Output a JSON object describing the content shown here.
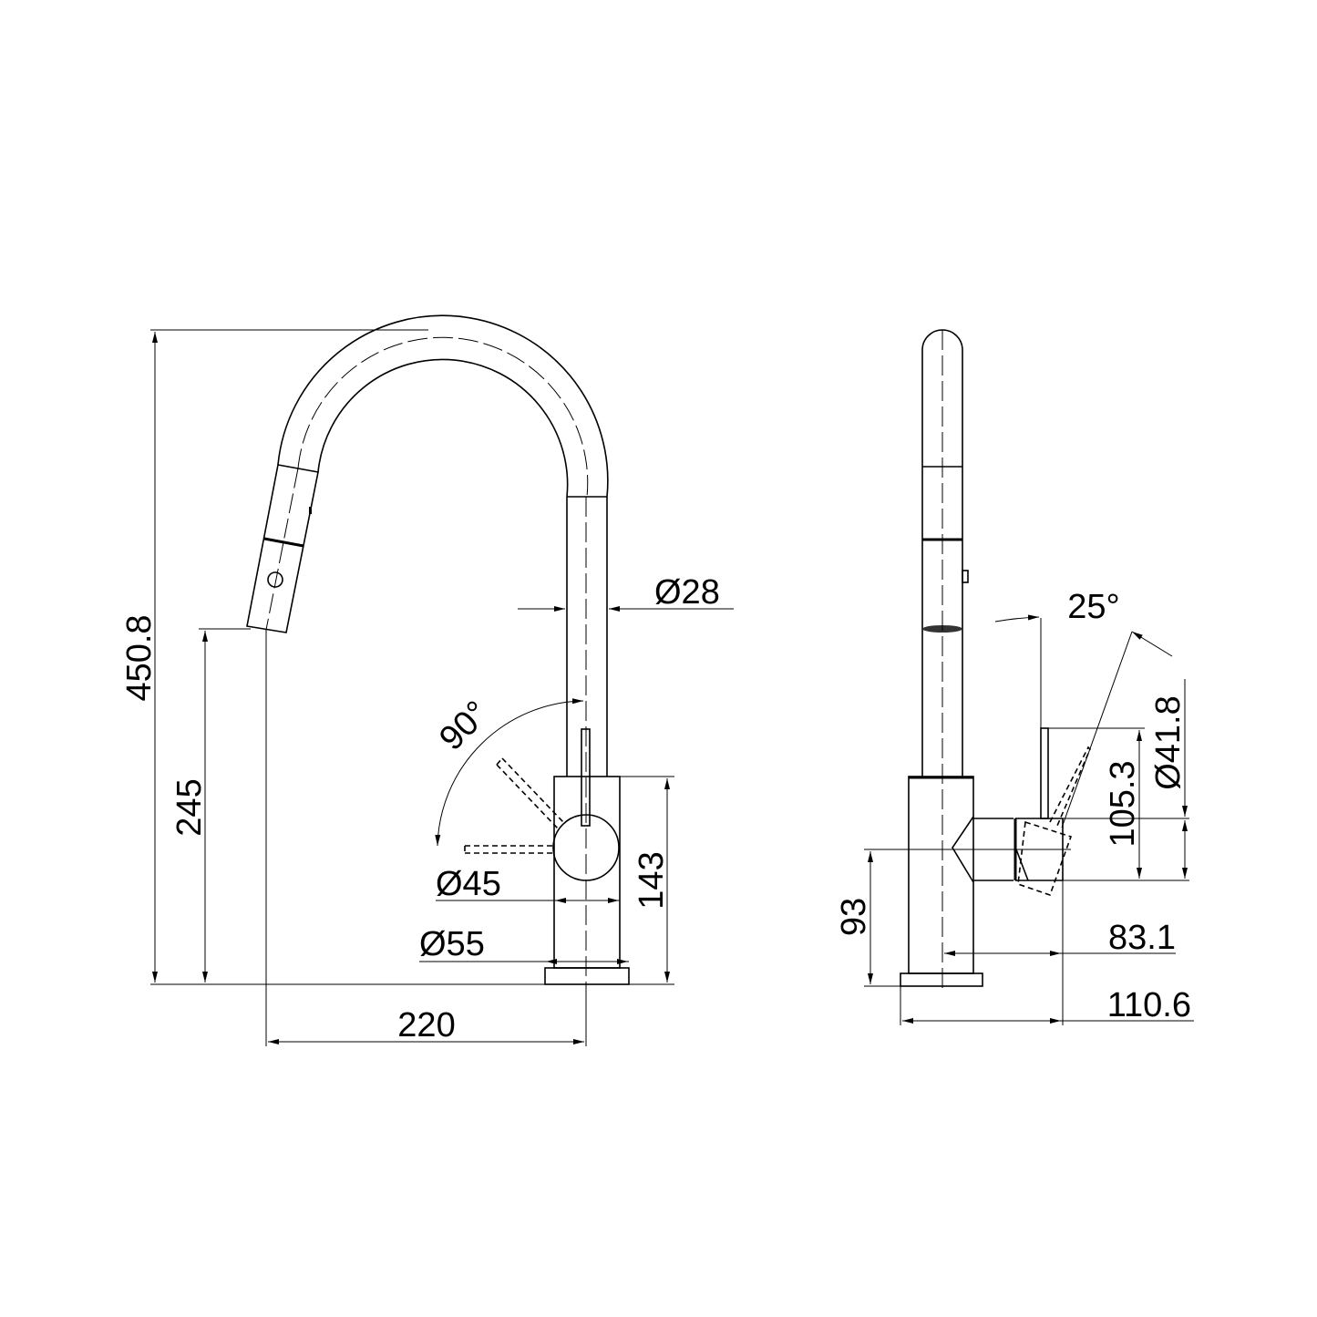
{
  "drawing": {
    "front_view": {
      "height_total": "450.8",
      "spout_outlet_height": "245",
      "spout_diameter": "Ø28",
      "lever_angle": "90°",
      "handle_diameter": "Ø45",
      "base_diameter": "Ø55",
      "body_height": "143",
      "spout_reach": "220"
    },
    "side_view": {
      "lever_angle": "25°",
      "handle_diameter": "Ø41.8",
      "lever_height": "105.3",
      "handle_center_height": "93",
      "handle_projection": "83.1",
      "overall_depth": "110.6"
    }
  }
}
